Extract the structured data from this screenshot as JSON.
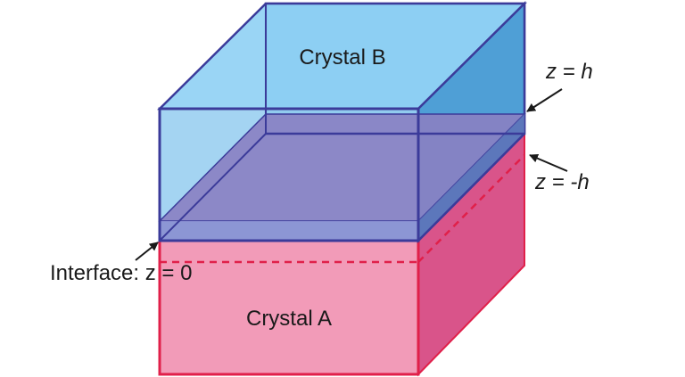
{
  "labels": {
    "crystal_b": "Crystal B",
    "crystal_a": "Crystal A",
    "z_h": "z = h",
    "z_minus_h": "z = -h",
    "interface": "Interface: z = 0"
  },
  "colors": {
    "crystal_b_fill": "#7fc4ec",
    "crystal_b_edge": "#3b3b9a",
    "crystal_a_fill": "#f29bb8",
    "crystal_a_edge": "#e0204a",
    "overlap_fill": "#8a7fc2",
    "dashed_line": "#e0204a"
  }
}
